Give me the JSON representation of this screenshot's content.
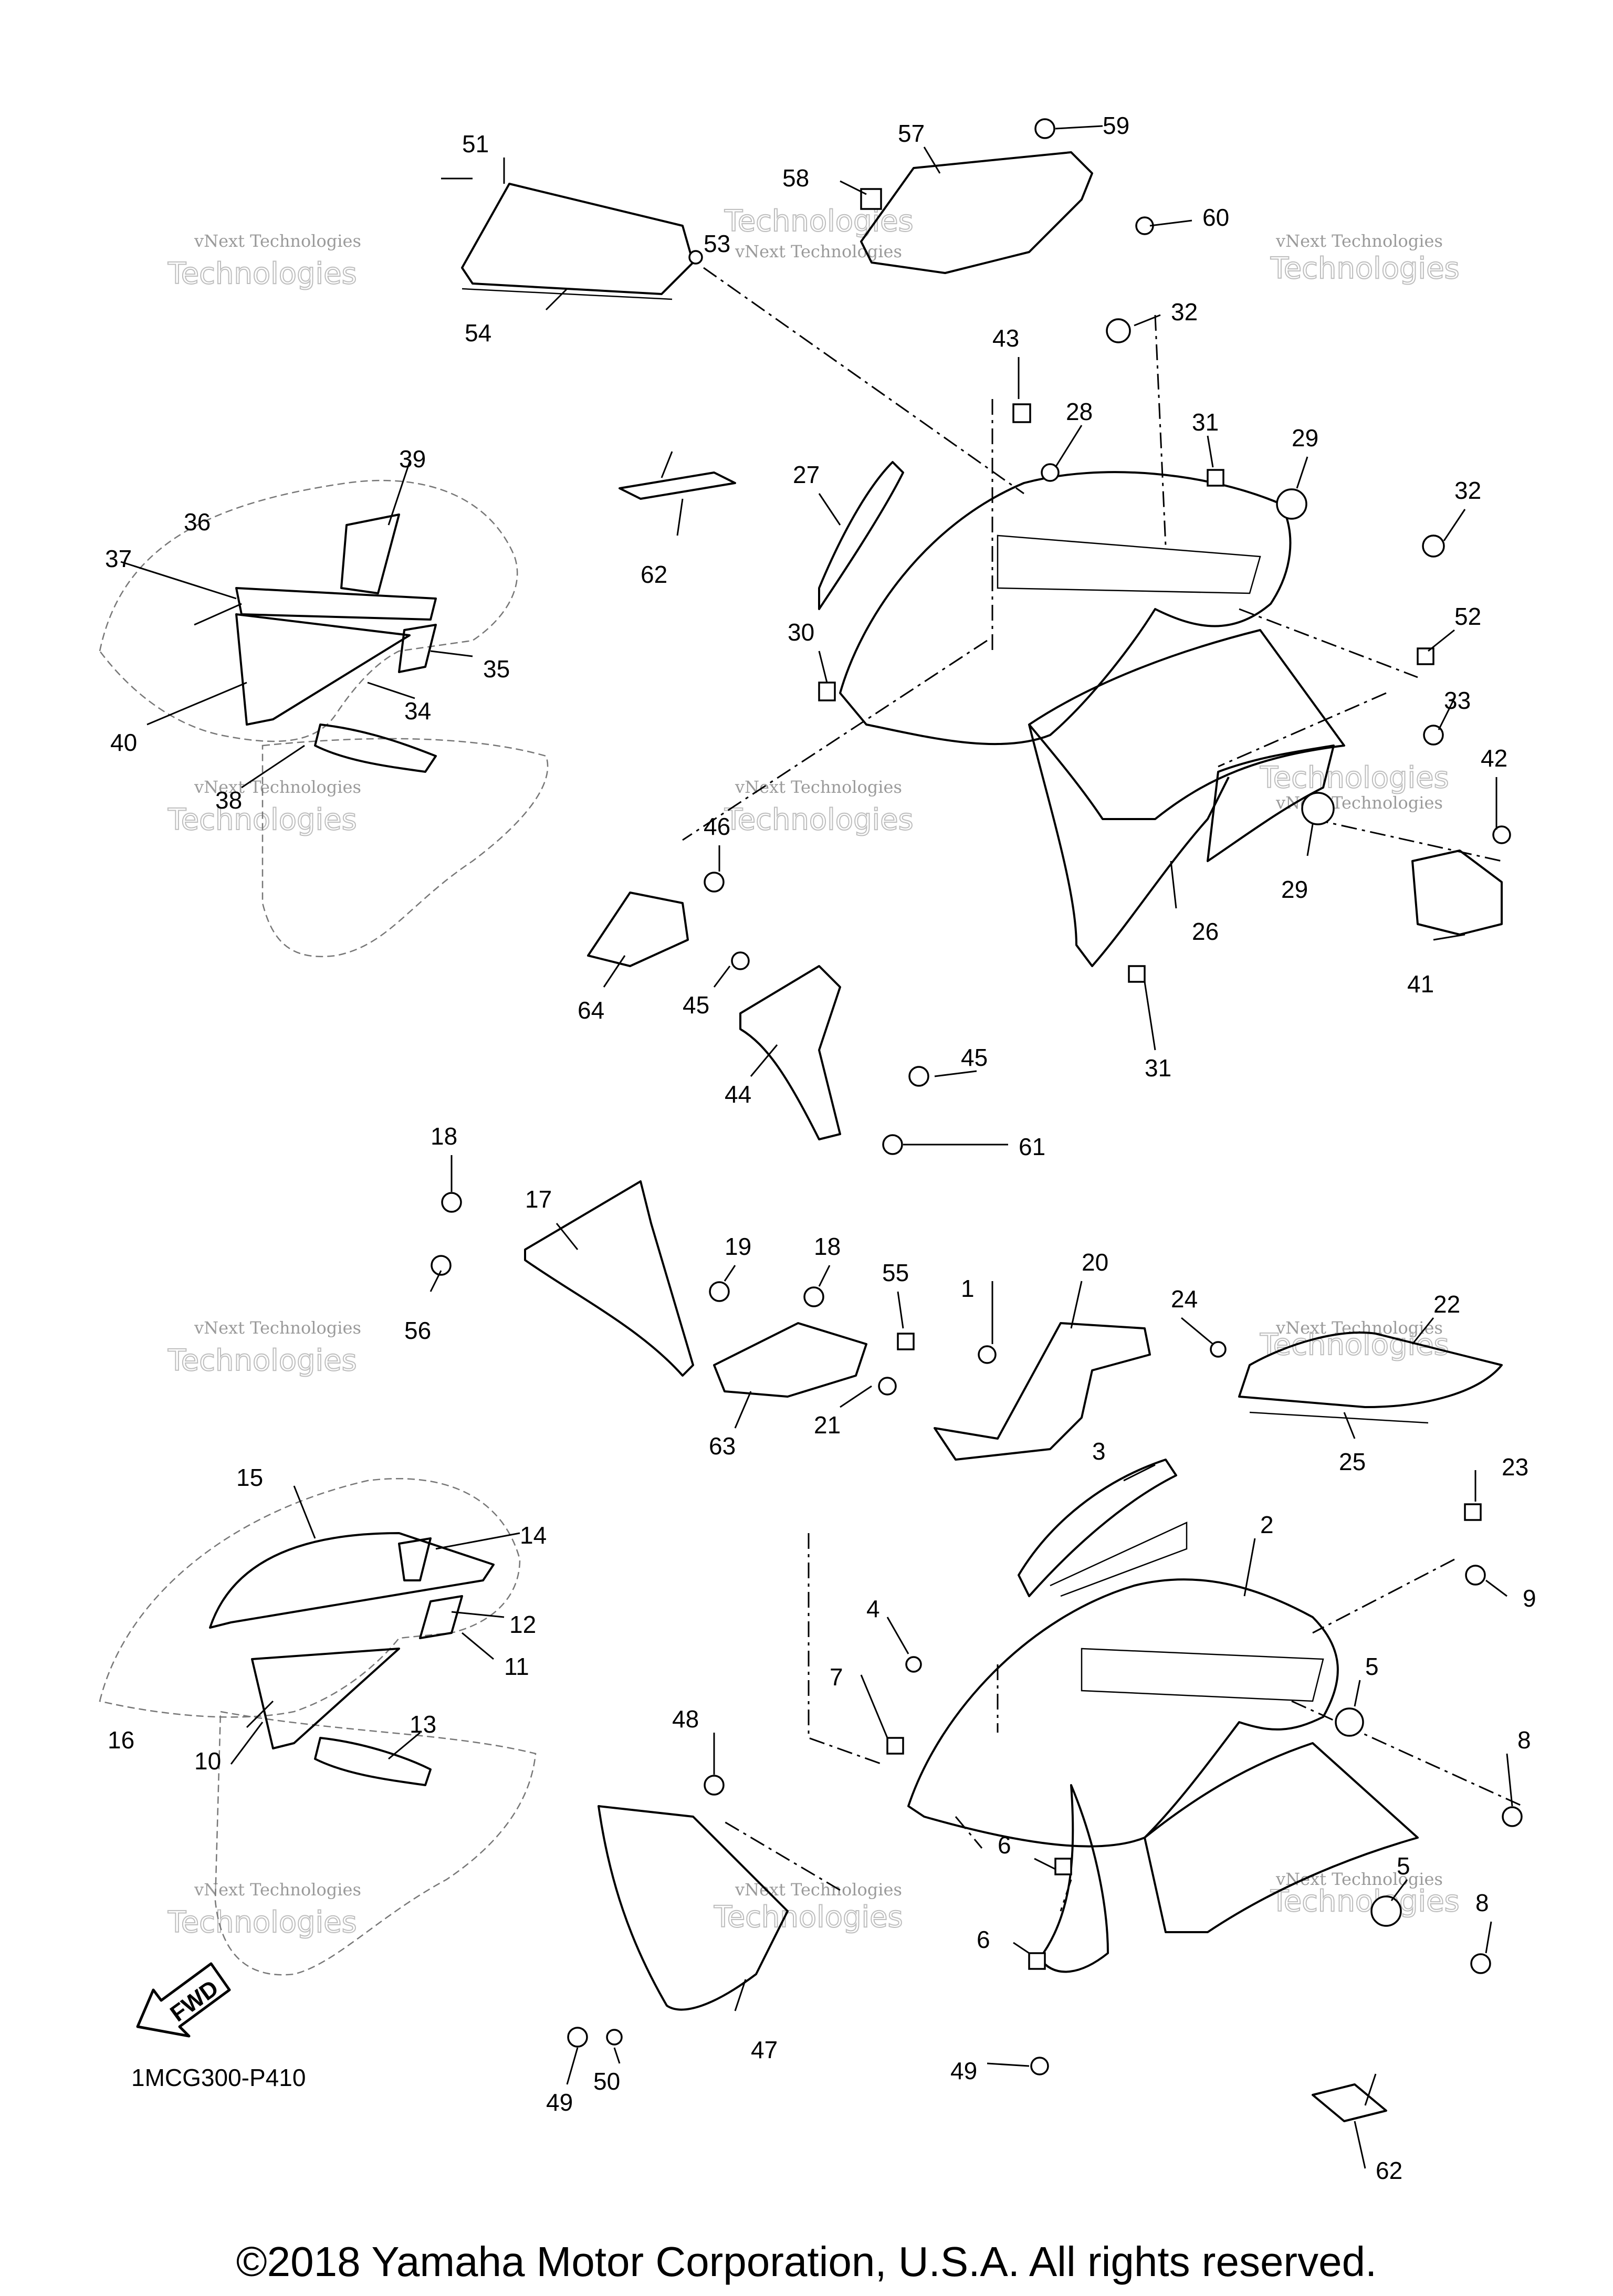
{
  "diagram": {
    "drawing_code": "1MCG300-P410",
    "copyright": "©2018 Yamaha Motor Corporation, U.S.A. All rights reserved.",
    "fwd_label": "FWD",
    "watermark_line1": "vNext Technologies",
    "watermark_line2": "Technologies",
    "callouts": [
      "1",
      "2",
      "3",
      "4",
      "5",
      "5",
      "6",
      "6",
      "7",
      "8",
      "8",
      "9",
      "10",
      "11",
      "12",
      "13",
      "14",
      "15",
      "16",
      "17",
      "18",
      "18",
      "19",
      "20",
      "21",
      "22",
      "23",
      "24",
      "25",
      "26",
      "27",
      "28",
      "29",
      "29",
      "30",
      "31",
      "31",
      "32",
      "32",
      "33",
      "34",
      "35",
      "36",
      "37",
      "38",
      "39",
      "40",
      "41",
      "42",
      "43",
      "44",
      "45",
      "45",
      "46",
      "47",
      "48",
      "49",
      "49",
      "50",
      "51",
      "52",
      "53",
      "54",
      "55",
      "56",
      "57",
      "58",
      "59",
      "60",
      "61",
      "62",
      "62",
      "63",
      "64"
    ]
  }
}
